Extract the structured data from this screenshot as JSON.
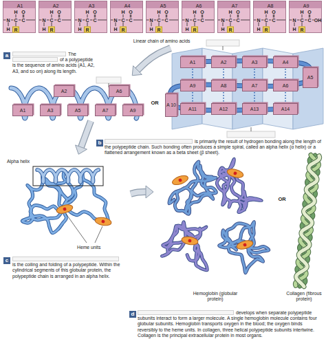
{
  "diagram": {
    "nodes": [
      {
        "text": [
          "A1",
          "H",
          "O",
          "N",
          "C",
          "C",
          "H",
          "R"
        ]
      },
      {
        "text": [
          "A2",
          "H",
          "O",
          "N",
          "C",
          "C",
          "H",
          "R"
        ]
      },
      {
        "text": [
          "A3",
          "H",
          "O",
          "N",
          "C",
          "C",
          "H",
          "R"
        ]
      },
      {
        "text": [
          "A4",
          "H",
          "O",
          "N",
          "C",
          "C",
          "H",
          "R"
        ]
      },
      {
        "text": [
          "A5",
          "H",
          "O",
          "N",
          "C",
          "C",
          "H",
          "R"
        ]
      },
      {
        "text": [
          "A6",
          "H",
          "O",
          "N",
          "C",
          "C",
          "H",
          "R"
        ]
      },
      {
        "text": [
          "A7",
          "H",
          "O",
          "N",
          "C",
          "C",
          "H",
          "R"
        ]
      },
      {
        "text": [
          "A8",
          "H",
          "O",
          "N",
          "C",
          "C",
          "H",
          "R"
        ]
      },
      {
        "text": [
          "A9",
          "H",
          "O",
          "N",
          "C",
          "C",
          "H",
          "R",
          "OH"
        ]
      },
      {
        "text": [
          "a"
        ]
      },
      {
        "text": [
          "A2"
        ]
      },
      {
        "text": [
          "A6"
        ]
      },
      {
        "text": [
          "A1"
        ]
      },
      {
        "text": [
          "A3"
        ]
      },
      {
        "text": [
          "A5"
        ]
      },
      {
        "text": [
          "A7"
        ]
      },
      {
        "text": [
          "A9"
        ]
      },
      {
        "text": [
          "A1"
        ]
      },
      {
        "text": [
          "A2"
        ]
      },
      {
        "text": [
          "A3"
        ]
      },
      {
        "text": [
          "A4"
        ]
      },
      {
        "text": [
          "A5"
        ]
      },
      {
        "text": [
          "A9"
        ]
      },
      {
        "text": [
          "A8"
        ]
      },
      {
        "text": [
          "A7"
        ]
      },
      {
        "text": [
          "A6"
        ]
      },
      {
        "text": [
          "A 10"
        ]
      },
      {
        "text": [
          "A11"
        ]
      },
      {
        "text": [
          "A12"
        ]
      },
      {
        "text": [
          "A13"
        ]
      },
      {
        "text": [
          "A14"
        ]
      },
      {
        "text": [
          "b"
        ]
      },
      {
        "text": [
          "c"
        ]
      },
      {
        "text": [
          "d"
        ]
      }
    ],
    "labels": [
      "Linear chain of amino acids",
      "The",
      "of a polypeptide is the sequence of amino acids (A1, A2, A3, and so on) along its length.",
      "OR",
      "is primarily the result of hydrogen bonding along the length of the polypeptide chain. Such bonding often produces a simple spiral, called an alpha helix (α helix) or a flattened arrangement known as a beta sheet (β sheet).",
      "Alpha helix",
      "Heme units",
      "is the coiling and folding of a polypeptide. Within the cylindrical segments of this globular protein, the polypeptide chain is arranged in an alpha helix.",
      "Hemoglobin (globular protein)",
      "OR",
      "Collagen (fibrous protein)",
      "develops when separate polypeptide subunits interact to form a larger molecule. A single hemoglobin molecule contains four globular subunits. Hemoglobin transports oxygen in the blood; the oxygen binds reversibly to the heme units. In collagen, three helical polypeptide subunits intertwine. Collagen is the principal extracellular protein in most organs."
    ]
  }
}
